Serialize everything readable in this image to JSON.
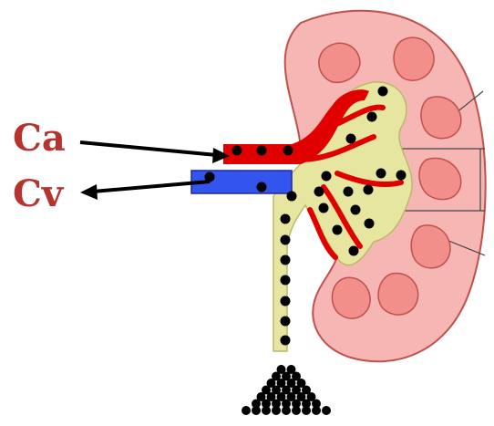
{
  "labels": {
    "arterial": "Ca",
    "venous": "Cv"
  },
  "colors": {
    "label_text": "#b5342f",
    "capsule_fill": "#f6b7b4",
    "capsule_stroke": "#c0504d",
    "pelvis_fill": "#e6e6a0",
    "artery": "#e00000",
    "vein": "#3355ee",
    "dot": "#000000",
    "arrow": "#000000",
    "pyramid_fill": "#f28f8b",
    "callout_line": "#444444"
  },
  "icons": {
    "artery": "artery-tube",
    "vein": "vein-tube",
    "kidney": "kidney-cross-section",
    "ureter": "ureter-tube",
    "urine_pile": "dot-pile"
  }
}
